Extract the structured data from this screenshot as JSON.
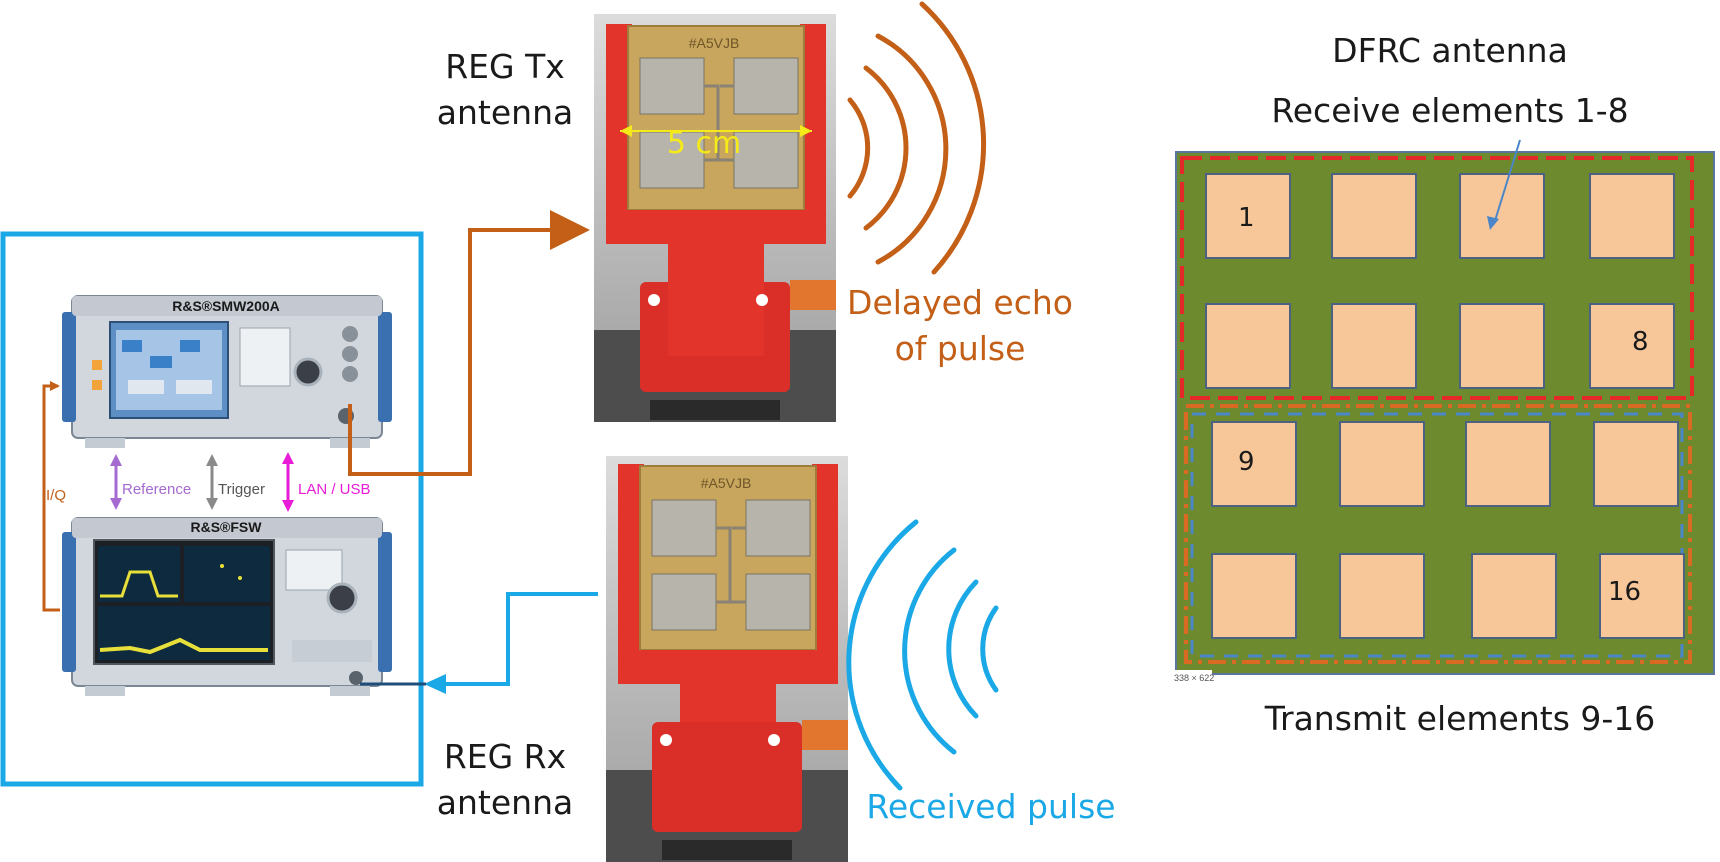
{
  "labels": {
    "tx_antenna_line1": "REG Tx",
    "tx_antenna_line2": "antenna",
    "rx_antenna_line1": "REG Rx",
    "rx_antenna_line2": "antenna",
    "dimension": "5 cm",
    "echo_line1": "Delayed echo",
    "echo_line2": "of pulse",
    "received_pulse": "Received pulse",
    "dfrc_title": "DFRC antenna",
    "receive_elements": "Receive elements 1-8",
    "transmit_elements": "Transmit elements 9-16"
  },
  "instruments": {
    "generator_name": "R&S®SMW200A",
    "analyzer_name": "R&S®FSW",
    "iq_label": "I/Q",
    "reference_label": "Reference",
    "trigger_label": "Trigger",
    "lan_label": "LAN / USB",
    "pcb_marking": "#A5VJB",
    "size_tag": "338 × 622"
  },
  "array": {
    "element_numbers": {
      "first": "1",
      "eighth": "8",
      "ninth": "9",
      "last": "16"
    }
  },
  "colors": {
    "tx_orange": "#c35f17",
    "rx_blue": "#1ba8e6",
    "reference_purple": "#a66bd0",
    "trigger_gray": "#8a8a8a",
    "lan_magenta": "#e81bd6",
    "board_green": "#6e8a2e",
    "patch": "#f7c79a",
    "receive_box_red": "#e52828",
    "stand_red": "#e3342c"
  }
}
